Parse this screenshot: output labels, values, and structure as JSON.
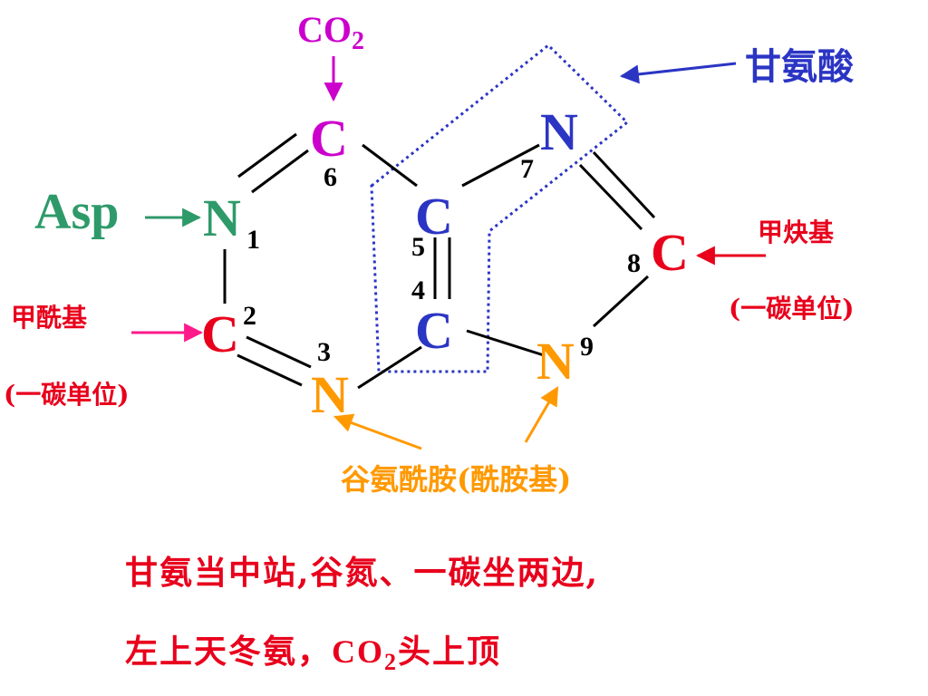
{
  "colors": {
    "ring_atom": "#2b35c4",
    "co2": "#cc00cc",
    "glycine": "#2b35c4",
    "asp": "#2e9a6a",
    "one_carbon": "#e8001c",
    "formyl_arrow": "#ff1a8c",
    "glutamine": "#ff9900",
    "bond": "#000000",
    "glycine_box": "#2b35c4"
  },
  "sources": {
    "co2_main": "CO",
    "co2_sub": "2",
    "glycine": "甘氨酸",
    "asp": "Asp",
    "formyl_c2": "甲酰基",
    "formyl_c2_sub": "(一碳单位)",
    "methenyl_c8": "甲炔基",
    "methenyl_c8_sub": "(一碳单位)",
    "glutamine": "谷氨酰胺(酰胺基)"
  },
  "atoms": {
    "n1": {
      "symbol": "N",
      "number": "1"
    },
    "c2": {
      "symbol": "C",
      "number": "2"
    },
    "n3": {
      "symbol": "N",
      "number": "3"
    },
    "c4": {
      "symbol": "C",
      "number": "4"
    },
    "c5": {
      "symbol": "C",
      "number": "5"
    },
    "c6": {
      "symbol": "C",
      "number": "6"
    },
    "n7": {
      "symbol": "N",
      "number": "7"
    },
    "c8": {
      "symbol": "C",
      "number": "8"
    },
    "n9": {
      "symbol": "N",
      "number": "9"
    }
  },
  "mnemonic": {
    "line1": "甘氨当中站,谷氮、一碳坐两边,",
    "line2_pre": "左上天冬氨，",
    "line2_co": "CO",
    "line2_sub": "2",
    "line2_post": "头上顶"
  }
}
